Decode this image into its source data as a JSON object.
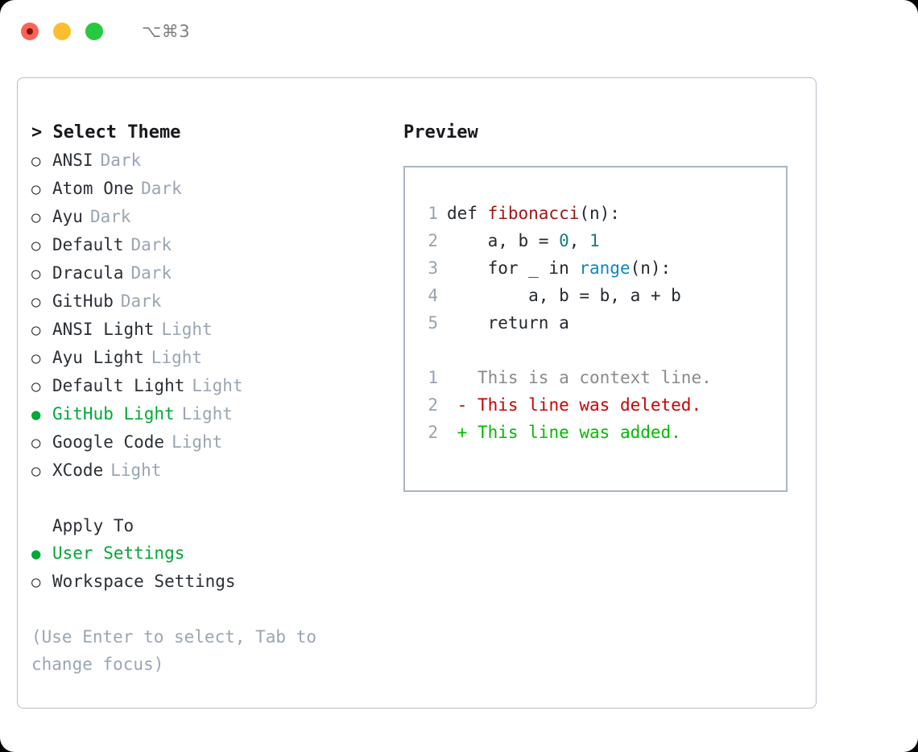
{
  "titlebar": {
    "shortcut": "⌥⌘3",
    "buttons": [
      {
        "name": "close",
        "color": "#fd6157"
      },
      {
        "name": "minimize",
        "color": "#fdbd2e"
      },
      {
        "name": "maximize",
        "color": "#26c940"
      }
    ]
  },
  "colors": {
    "selection_green": "#00a838",
    "muted": "#9aa5b4",
    "text": "#2b2f36",
    "panel_border": "#b6bfcb",
    "preview_border": "#a9b4c2",
    "diff_added": "#00bb00",
    "diff_deleted": "#cc0000",
    "code_function": "#a31515",
    "code_number": "#137e7e",
    "code_builtin": "#0e85c4",
    "line_number": "#96a3b0"
  },
  "theme_list": {
    "header": "> Select Theme",
    "bullet_unselected": "○",
    "bullet_selected": "●",
    "items": [
      {
        "label": "ANSI",
        "variant": "Dark",
        "selected": false
      },
      {
        "label": "Atom One",
        "variant": "Dark",
        "selected": false
      },
      {
        "label": "Ayu",
        "variant": "Dark",
        "selected": false
      },
      {
        "label": "Default",
        "variant": "Dark",
        "selected": false
      },
      {
        "label": "Dracula",
        "variant": "Dark",
        "selected": false
      },
      {
        "label": "GitHub",
        "variant": "Dark",
        "selected": false
      },
      {
        "label": "ANSI Light",
        "variant": "Light",
        "selected": false
      },
      {
        "label": "Ayu Light",
        "variant": "Light",
        "selected": false
      },
      {
        "label": "Default Light",
        "variant": "Light",
        "selected": false
      },
      {
        "label": "GitHub Light",
        "variant": "Light",
        "selected": true
      },
      {
        "label": "Google Code",
        "variant": "Light",
        "selected": false
      },
      {
        "label": "XCode",
        "variant": "Light",
        "selected": false
      }
    ]
  },
  "apply_to": {
    "header": "Apply To",
    "items": [
      {
        "label": "User Settings",
        "selected": true
      },
      {
        "label": "Workspace Settings",
        "selected": false
      }
    ]
  },
  "hint": "(Use Enter to select, Tab to change focus)",
  "preview": {
    "title": "Preview",
    "code_lines": [
      {
        "number": "1",
        "tokens": [
          {
            "text": "def ",
            "type": "plain"
          },
          {
            "text": "fibonacci",
            "type": "fn"
          },
          {
            "text": "(n):",
            "type": "plain"
          }
        ]
      },
      {
        "number": "2",
        "tokens": [
          {
            "text": "    a, b = ",
            "type": "plain"
          },
          {
            "text": "0",
            "type": "num"
          },
          {
            "text": ", ",
            "type": "plain"
          },
          {
            "text": "1",
            "type": "num"
          }
        ]
      },
      {
        "number": "3",
        "tokens": [
          {
            "text": "    for _ in ",
            "type": "plain"
          },
          {
            "text": "range",
            "type": "builtin"
          },
          {
            "text": "(n):",
            "type": "plain"
          }
        ]
      },
      {
        "number": "4",
        "tokens": [
          {
            "text": "        a, b = b, a + b",
            "type": "plain"
          }
        ]
      },
      {
        "number": "5",
        "tokens": [
          {
            "text": "    return a",
            "type": "plain"
          }
        ]
      }
    ],
    "diff_lines": [
      {
        "number": "1",
        "marker": " ",
        "text": "This is a context line.",
        "type": "ctx"
      },
      {
        "number": "2",
        "marker": "-",
        "text": "This line was deleted.",
        "type": "del"
      },
      {
        "number": "2",
        "marker": "+",
        "text": "This line was added.",
        "type": "add"
      }
    ]
  }
}
